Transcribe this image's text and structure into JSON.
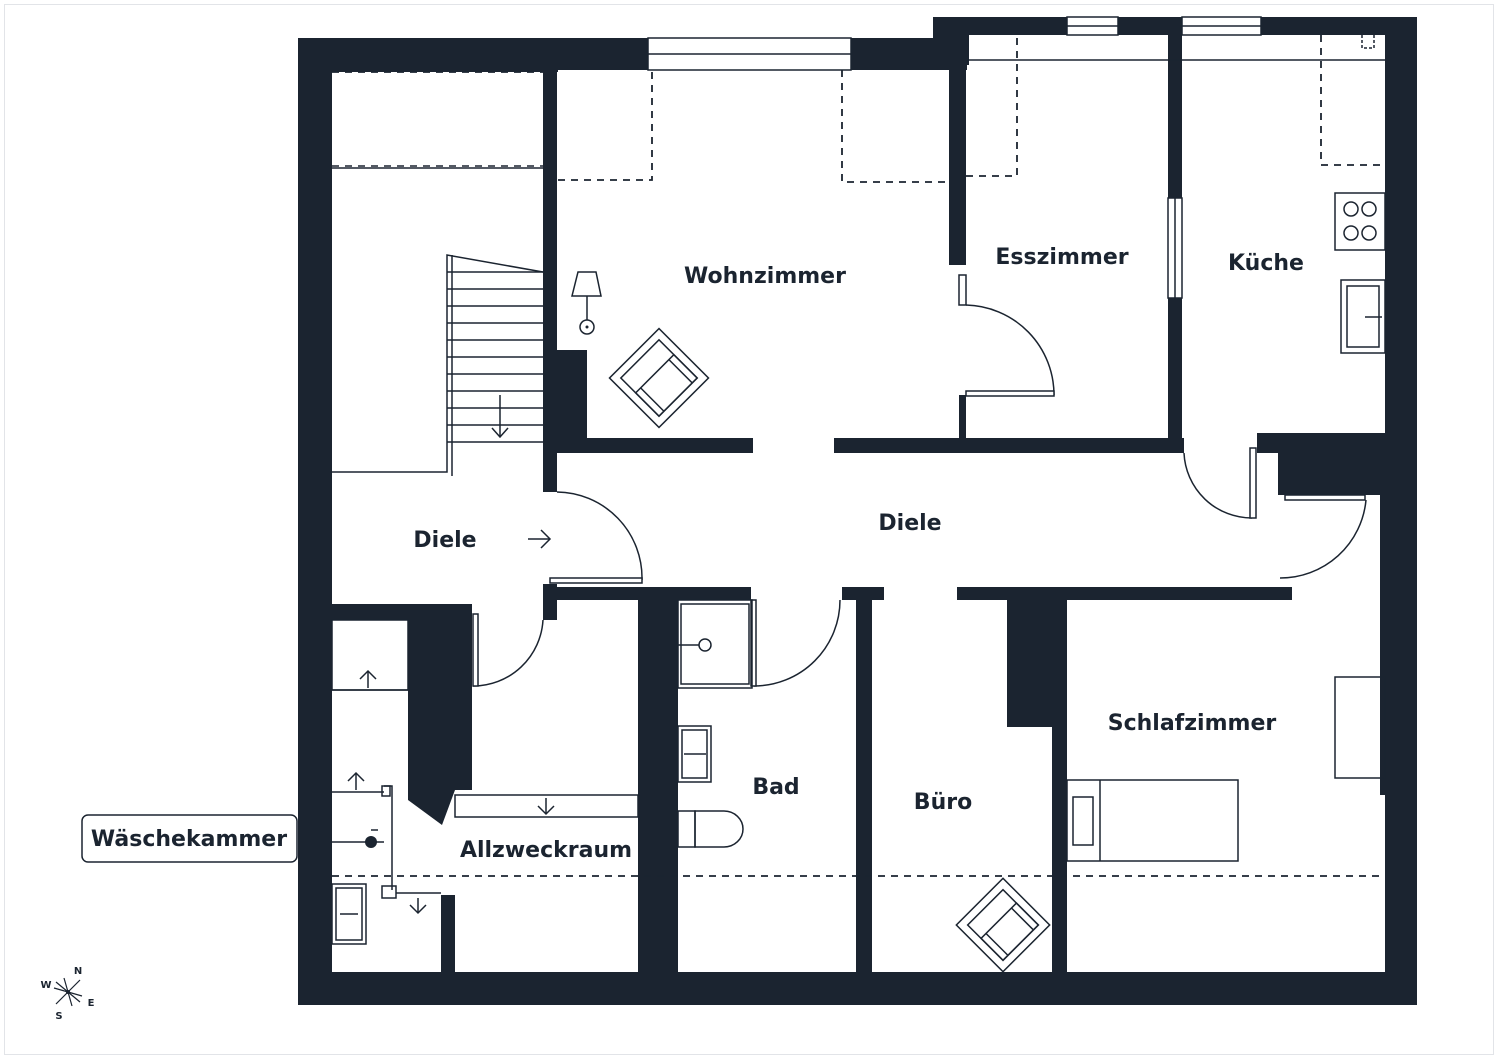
{
  "rooms": {
    "wohnzimmer": "Wohnzimmer",
    "esszimmer": "Esszimmer",
    "kueche": "Küche",
    "diele_left": "Diele",
    "diele_main": "Diele",
    "schlafzimmer": "Schlafzimmer",
    "bad": "Bad",
    "buero": "Büro",
    "allzweckraum": "Allzweckraum"
  },
  "callout": {
    "waeschekammer": "Wäschekammer"
  },
  "compass": {
    "n": "N",
    "e": "E",
    "s": "S",
    "w": "W"
  },
  "colors": {
    "wall": "#1b2430",
    "background": "#ffffff"
  }
}
